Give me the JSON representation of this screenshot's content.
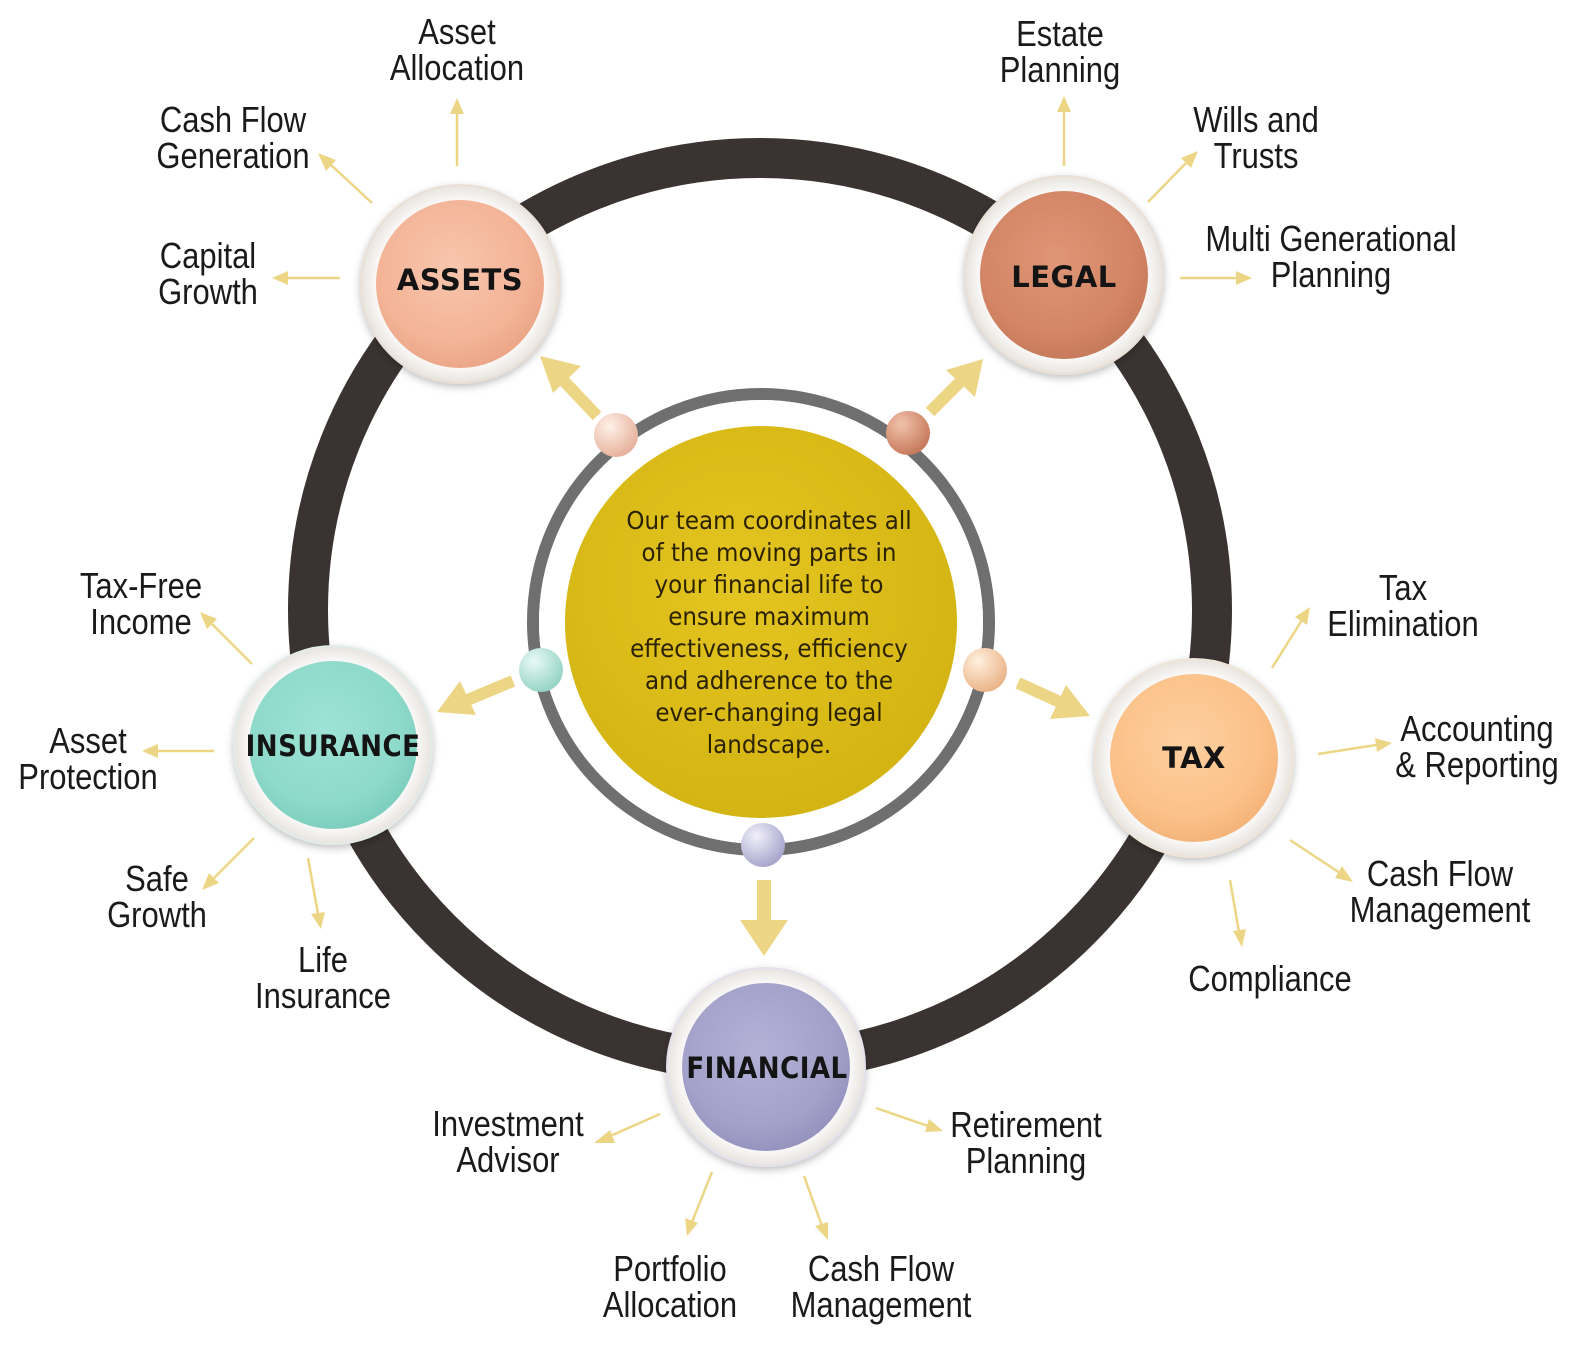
{
  "center": {
    "text": "Our team coordinates all of the moving parts in your financial life to ensure maximum effectiveness, efficiency and adherence to the ever-changing legal landscape."
  },
  "nodes": {
    "assets": {
      "label": "ASSETS",
      "color": "#f3b89c"
    },
    "legal": {
      "label": "LEGAL",
      "color": "#d6896a"
    },
    "insurance": {
      "label": "INSURANCE",
      "color": "#90dccd"
    },
    "tax": {
      "label": "TAX",
      "color": "#fbc48e"
    },
    "financial": {
      "label": "FINANCIAL",
      "color": "#a6a4cb"
    }
  },
  "outcomes": {
    "assets": {
      "asset_allocation": [
        "Asset",
        "Allocation"
      ],
      "cash_flow_generation": [
        "Cash Flow",
        "Generation"
      ],
      "capital_growth": [
        "Capital",
        "Growth"
      ]
    },
    "legal": {
      "estate_planning": [
        "Estate",
        "Planning"
      ],
      "wills_trusts": [
        "Wills and",
        "Trusts"
      ],
      "multi_generational": [
        "Multi Generational",
        "Planning"
      ]
    },
    "insurance": {
      "tax_free_income": [
        "Tax-Free",
        "Income"
      ],
      "asset_protection": [
        "Asset",
        "Protection"
      ],
      "safe_growth": [
        "Safe",
        "Growth"
      ],
      "life_insurance": [
        "Life",
        "Insurance"
      ]
    },
    "tax": {
      "tax_elimination": [
        "Tax",
        "Elimination"
      ],
      "accounting_reporting": [
        "Accounting",
        "& Reporting"
      ],
      "cash_flow_management": [
        "Cash Flow",
        "Management"
      ],
      "compliance": [
        "Compliance"
      ]
    },
    "financial": {
      "investment_advisor": [
        "Investment",
        "Advisor"
      ],
      "retirement_planning": [
        "Retirement",
        "Planning"
      ],
      "portfolio_allocation": [
        "Portfolio",
        "Allocation"
      ],
      "cash_flow_management": [
        "Cash Flow",
        "Management"
      ]
    }
  },
  "colors": {
    "ring": "#3a3331",
    "inner_ring": "#707070",
    "center_fill": "#dcbd17",
    "arrow": "#ecd686"
  }
}
